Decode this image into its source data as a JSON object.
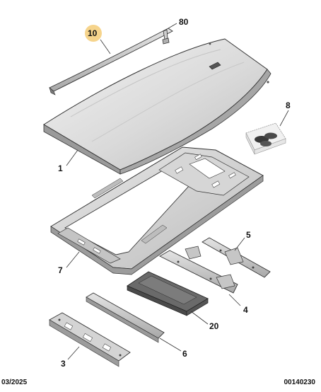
{
  "callouts": {
    "c10": "10",
    "c80": "80",
    "c8": "8",
    "c1": "1",
    "c5": "5",
    "c7": "7",
    "c4": "4",
    "c20": "20",
    "c6": "6",
    "c3": "3"
  },
  "footer": {
    "date": "03/2025",
    "reference": "00140230"
  },
  "colors": {
    "line": "#333333",
    "panel_light": "#e6e6e6",
    "panel_mid": "#d2d2d2",
    "panel_dark": "#8c8c8c",
    "highlight": "#f6d48c"
  }
}
